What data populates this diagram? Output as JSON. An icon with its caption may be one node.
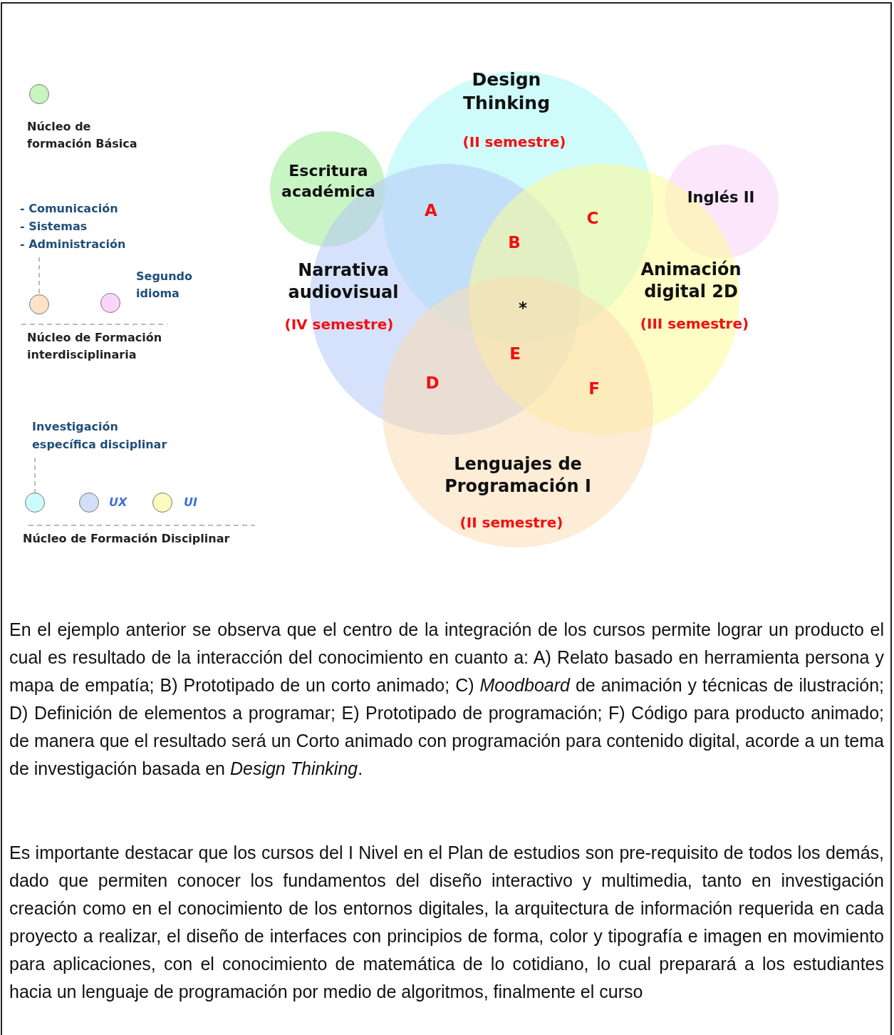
{
  "diagram": {
    "nodes": [
      {
        "text": [
          "Design Thinking",
          "(II semestre)"
        ]
      },
      {
        "text": [
          "Escritura académica"
        ]
      },
      {
        "text": [
          "Narrativa audiovisual",
          "(IV semestre)"
        ]
      },
      {
        "text": [
          "Animación digital 2D",
          "(III semestre)"
        ]
      },
      {
        "text": [
          "Inglés II"
        ]
      },
      {
        "text": [
          "Lenguajes de Programación I",
          "(II semestre)"
        ]
      },
      {
        "text": [
          "- Comunicación",
          "- Sistemas",
          "- Administración"
        ]
      },
      {
        "text": [],
        "shape": "circle"
      },
      {
        "text": [
          "Investigación específica disciplinar"
        ]
      },
      {
        "text": [],
        "shape": "circle"
      }
    ],
    "edges": [
      {
        "from": 6,
        "to": 7,
        "arrow": "none",
        "style": "dashed"
      },
      {
        "from": 8,
        "to": 9,
        "arrow": "none",
        "style": "dashed"
      }
    ],
    "labels": [
      "A",
      "C",
      "B",
      "*",
      "E",
      "D",
      "F",
      "Núcleo de Formación interdisciplinaria",
      "Núcleo de Formación Disciplinar",
      "En el ejemplo anterior se observa que el centro de la integración de los cursos permite lograr un producto el cual es resultado de la interacción del conocimiento en cuanto a: A) Relato basado en herramienta persona y mapa de empatía; B) Prototipado de un corto animado; C) *Moodboard* de animación y técnicas de ilustración; D) Definición de elementos a programar; E) Prototipado de programación; F) Código para producto animado; de manera que el resultado será un Corto animado con programación para contenido digital, acorde a un tema de investigación basada en *Design Thinking*.",
      "Es importante destacar que los cursos del I Nivel en el Plan de estudios son pre-requisito de todos los demás, dado que permiten conocer los fundamentos del diseño interactivo y multimedia, tanto en investigación creación como en el conocimiento de los entornos digitales, la arquitectura de información requerida en cada proyecto a realizar, el diseño de interfaces con principios de forma, color y tipografía e imagen en movimiento para aplicaciones, con el conocimiento de matemática de lo cotidiano, lo cual preparará a los estudiantes hacia un lenguaje de programación por medio de algoritmos, finalmente el curso"
    ],
    "legend": [
      {
        "text": "Núcleo de formación Básica",
        "color": "#c6f5c0"
      },
      {
        "text": "Segundo idioma",
        "color": "#fbd3fb"
      },
      {
        "text": "UX",
        "color": "#d3def9"
      },
      {
        "text": "UI",
        "color": "#fdfbbd"
      }
    ]
  }
}
